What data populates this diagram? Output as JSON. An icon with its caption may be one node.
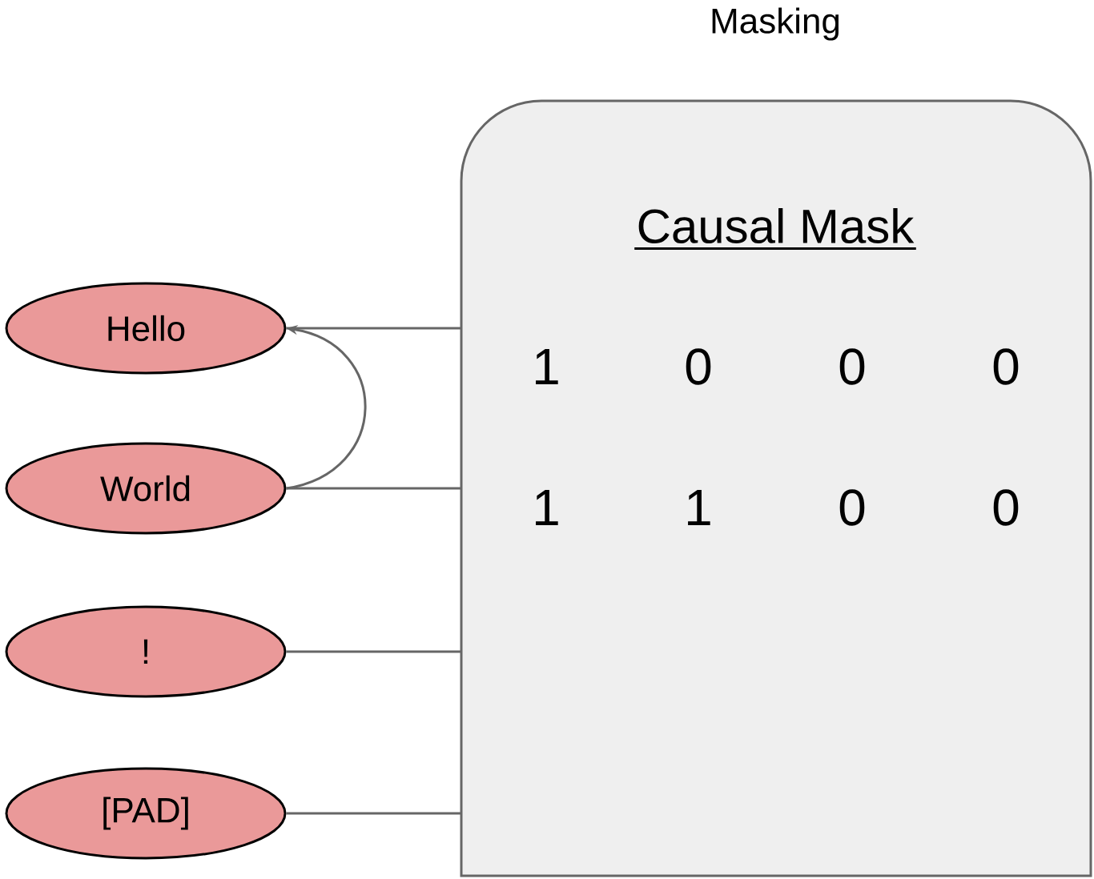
{
  "diagram": {
    "nodes": [
      {
        "text": [
          "Hello"
        ]
      },
      {
        "text": [
          "World"
        ]
      },
      {
        "text": [
          "!"
        ]
      },
      {
        "text": [
          "[PAD]"
        ]
      },
      {
        "text": [
          "Masking",
          "Causal Mask"
        ]
      }
    ],
    "edges": [
      {
        "from": 4,
        "to": 0,
        "arrow": "none"
      },
      {
        "from": 4,
        "to": 1,
        "arrow": "none"
      },
      {
        "from": 4,
        "to": 2,
        "arrow": "none"
      },
      {
        "from": 4,
        "to": 3,
        "arrow": "none"
      },
      {
        "from": 1,
        "to": 0,
        "arrow": "to"
      }
    ],
    "labels": [
      "1",
      "0",
      "0",
      "0",
      "1",
      "1",
      "0",
      "0"
    ]
  }
}
